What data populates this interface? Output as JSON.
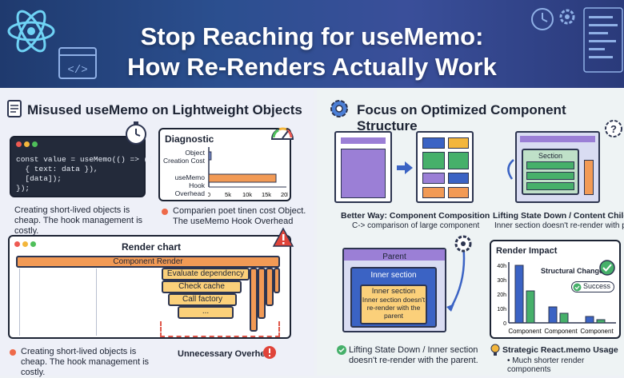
{
  "title": {
    "line1": "Stop Reaching for useMemo:",
    "line2": "How Re-Renders Actually Work"
  },
  "left": {
    "heading": "Misused useMemo on Lightweight Objects",
    "code": {
      "line1": "const value = useMemo(() => ({",
      "line2": "  { text: data }),",
      "line3": "  [data]);",
      "line4": "});"
    },
    "code_caption": "Creating short-lived objects is cheap. The hook management is costly.",
    "diagnostic": {
      "title": "Diagnostic",
      "row1_label": "Object Creation Cost",
      "row2_label": "useMemo Hook Overhead",
      "ticks": [
        "0",
        "5k",
        "10k",
        "15k",
        "20k"
      ],
      "caption": "Comparien poet tinen cost Object. The useMemo Hook Overhead"
    },
    "render_chart": {
      "title": "Render chart",
      "bars": [
        "Component Render",
        "Evaluate dependency",
        "Check cache",
        "Call factory",
        "..."
      ],
      "overhead_label": "Unnecessary Overhead",
      "caption": "Creating short-lived objects is cheap. The hook management is costly."
    }
  },
  "right": {
    "heading": "Focus on Optimized Component Structure",
    "better_way": {
      "title": "Better Way: Component Composition",
      "subtitle": "C-> comparison of large component"
    },
    "lifting": {
      "box_title": "Section",
      "title": "Lifting State Down / Content Children",
      "subtitle": "Inner section doesn't re-render with parent"
    },
    "parent_diagram": {
      "parent_label": "Parent",
      "inner_label": "Inner section",
      "inner_box_title": "Inner section",
      "inner_box_text": "Inner section doesn't re-render with the parent",
      "caption": "Lifting State Down / Inner section doesn't re-render with the parent."
    },
    "render_impact": {
      "title": "Render Impact",
      "labels": [
        "Structural Change",
        "Success"
      ],
      "y_ticks": [
        "40h",
        "30h",
        "20h",
        "10h",
        "0"
      ],
      "categories": [
        "Component",
        "Component",
        "Component"
      ],
      "caption_title": "Strategic React.memo Usage",
      "caption_text": "• Much shorter render components"
    }
  },
  "colors": {
    "header": "#2b4f8f",
    "orange": "#f29a55",
    "blue": "#3b63c4",
    "green": "#46b06a",
    "purple": "#9b7fd6"
  },
  "chart_data": {
    "type": "bar",
    "title": "Diagnostic",
    "categories": [
      "Object Creation Cost",
      "useMemo Hook Overhead"
    ],
    "values": [
      600,
      17500
    ],
    "xlim": [
      0,
      20000
    ]
  }
}
